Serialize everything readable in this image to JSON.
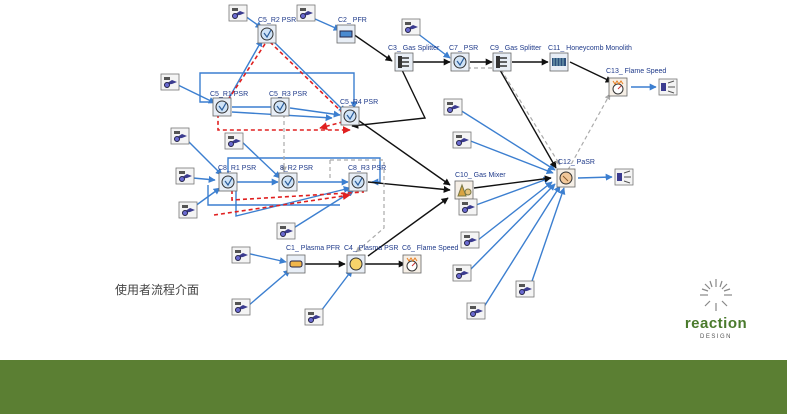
{
  "colors": {
    "footer": "#5b7f33",
    "blue_edge": "#3c7fd0",
    "black_edge": "#111111",
    "red_dashed": "#e02020",
    "gray_dashed": "#b0b0b0",
    "logo_green": "#4a7a2c"
  },
  "caption": "使用者流程介面",
  "logo": {
    "word": "reaction",
    "sub": "DESIGN"
  },
  "diagram": {
    "nodes": [
      {
        "id": "c5r2",
        "label": "C5_R2 PSR",
        "icon": "reactor-psr-icon"
      },
      {
        "id": "c2",
        "label": "C2_ PFR",
        "icon": "reactor-pfr-icon"
      },
      {
        "id": "c3",
        "label": "C3_ Gas Splitter",
        "icon": "gas-splitter-icon"
      },
      {
        "id": "c7",
        "label": "C7_ PSR",
        "icon": "reactor-psr-icon"
      },
      {
        "id": "c9",
        "label": "C9_ Gas Splitter",
        "icon": "gas-splitter-icon"
      },
      {
        "id": "c11",
        "label": "C11_ Honeycomb Monolith",
        "icon": "honeycomb-monolith-icon"
      },
      {
        "id": "c13",
        "label": "C13_ Flame Speed",
        "icon": "flame-speed-icon"
      },
      {
        "id": "c5r1",
        "label": "C5_R1 PSR",
        "icon": "reactor-psr-icon"
      },
      {
        "id": "c5r3",
        "label": "C5_R3 PSR",
        "icon": "reactor-psr-icon"
      },
      {
        "id": "c5r4",
        "label": "C5_R4 PSR",
        "icon": "reactor-psr-icon"
      },
      {
        "id": "c8r1",
        "label": "C8_R1 PSR",
        "icon": "reactor-psr-icon"
      },
      {
        "id": "c8r2",
        "label": "8_R2 PSR",
        "icon": "reactor-psr-icon"
      },
      {
        "id": "c8r3",
        "label": "C8_R3 PSR",
        "icon": "reactor-psr-icon"
      },
      {
        "id": "c10",
        "label": "C10_ Gas Mixer",
        "icon": "gas-mixer-icon"
      },
      {
        "id": "c12",
        "label": "C12_ PaSR",
        "icon": "pasr-icon"
      },
      {
        "id": "c1",
        "label": "C1_ Plasma PFR",
        "icon": "plasma-pfr-icon"
      },
      {
        "id": "c4",
        "label": "C4_ Plasma PSR",
        "icon": "plasma-psr-icon"
      },
      {
        "id": "c6",
        "label": "C6_ Flame Speed",
        "icon": "flame-speed-icon"
      }
    ]
  }
}
